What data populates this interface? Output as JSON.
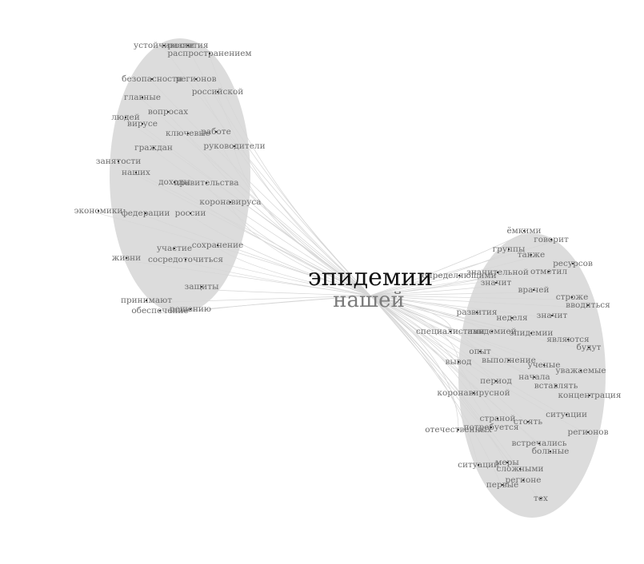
{
  "colors": {
    "edge": "#d6d6d6",
    "label": "#6e6e6e",
    "hub_main": "#111111",
    "hub_sub": "#7a7a7a",
    "background": "#ffffff"
  },
  "hubs": {
    "main": "эпидемии",
    "sub": "нашей"
  },
  "clusters": {
    "left": {
      "nodes": [
        "устойчивости",
        "развития",
        "распространением",
        "безопасности",
        "регионов",
        "российской",
        "главные",
        "вопросах",
        "людей",
        "вирусе",
        "ключевые",
        "работе",
        "граждан",
        "руководители",
        "занятости",
        "наших",
        "доходы",
        "правительства",
        "коронавируса",
        "экономики",
        "федерации",
        "россии",
        "участие",
        "сохранение",
        "жизни",
        "сосредоточиться",
        "защиты",
        "принимают",
        "обеспечение",
        "решению"
      ]
    },
    "right": {
      "nodes": [
        "ёмкими",
        "говорит",
        "группы",
        "также",
        "ресурсов",
        "определяющими",
        "значительной",
        "отметил",
        "значит",
        "врачей",
        "строже",
        "вводиться",
        "развития",
        "неделя",
        "значит",
        "специалистами",
        "пандемией",
        "эпидемии",
        "являются",
        "будут",
        "опыт",
        "выполнение",
        "ученые",
        "уважаемые",
        "вывод",
        "период",
        "начала",
        "вставлять",
        "коронавирусной",
        "концентрация",
        "ситуации",
        "страной",
        "стоять",
        "регионов",
        "отечественных",
        "потребуется",
        "встречались",
        "больные",
        "ситуаций",
        "меры",
        "сложными",
        "регионе",
        "первые",
        "тех"
      ]
    }
  }
}
